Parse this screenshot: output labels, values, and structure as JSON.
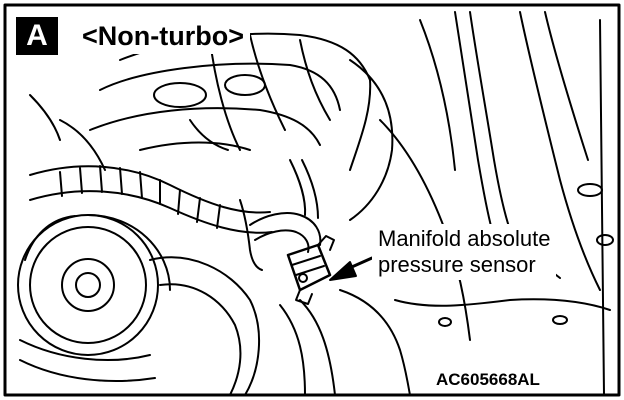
{
  "figure": {
    "panel_letter": "A",
    "variant": "<Non-turbo>",
    "callout": {
      "line1": "Manifold absolute",
      "line2": "pressure sensor"
    },
    "code_id": "AC605668",
    "code_suffix": "AL"
  },
  "colors": {
    "ink": "#000000",
    "paper": "#ffffff"
  }
}
